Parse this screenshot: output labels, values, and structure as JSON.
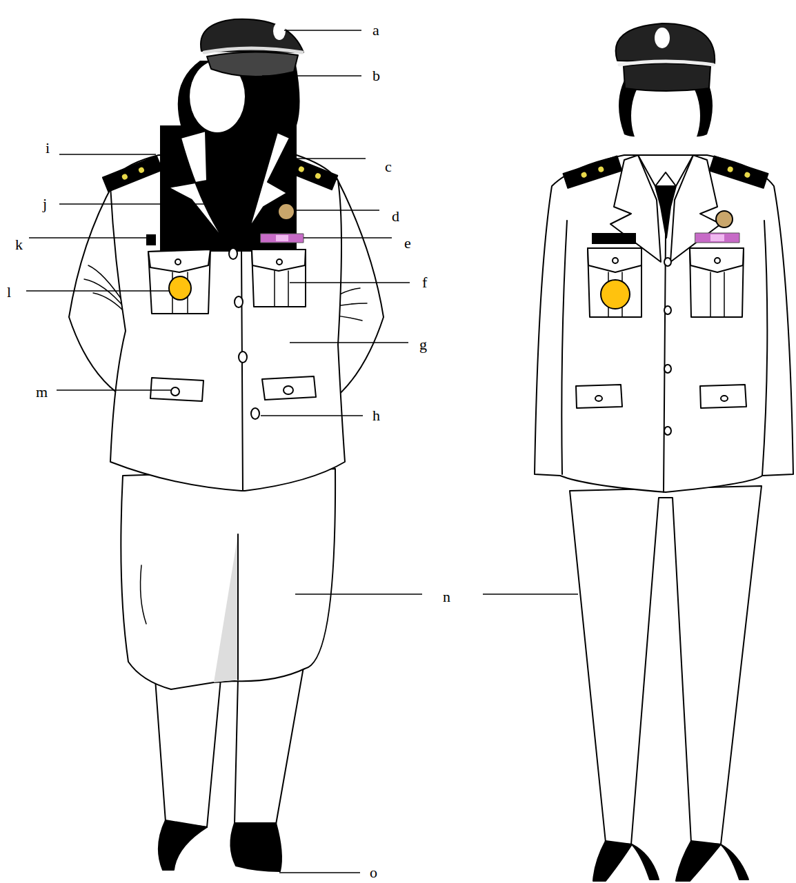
{
  "diagram": {
    "labels": [
      "a",
      "b",
      "i",
      "c",
      "j",
      "d",
      "k",
      "e",
      "f",
      "l",
      "g",
      "m",
      "h",
      "n",
      "o"
    ]
  }
}
